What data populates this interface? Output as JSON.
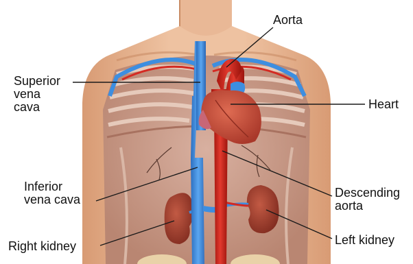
{
  "labels": {
    "aorta": "Aorta",
    "superior_vena_cava": "Superior\nvena\ncava",
    "heart": "Heart",
    "inferior_vena_cava": "Inferior\nvena cava",
    "descending_aorta": "Descending\naorta",
    "right_kidney": "Right kidney",
    "left_kidney": "Left kidney"
  },
  "colors": {
    "skin": "#e8b792",
    "skin_shadow": "#c98c65",
    "cavity": "#c89a84",
    "rib": "#e0c2b2",
    "aorta": "#d42a22",
    "vein": "#3d8ee0",
    "heart": "#c64a35",
    "kidney": "#9d3a2a",
    "leader_line": "#1a1a1a"
  }
}
